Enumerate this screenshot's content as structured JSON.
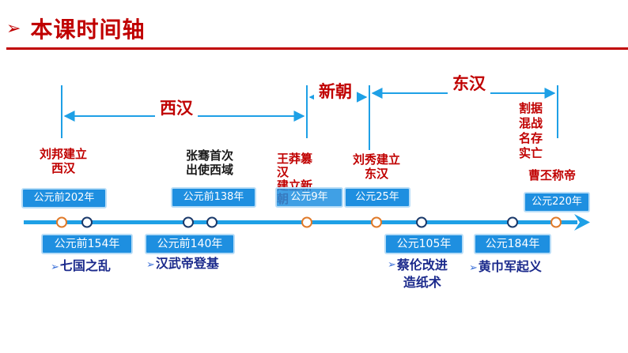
{
  "header": {
    "arrow": "➢",
    "title": "本课时间轴"
  },
  "periods": {
    "west_han": "西汉",
    "xin": "新朝",
    "east_han": "东汉"
  },
  "events_above": {
    "liu_bang": "刘邦建立\n西汉",
    "zhang_qian": "张骞首次\n出使西域",
    "wang_mang": "王莽篡\n汉\n建立新\n朝",
    "liu_xiu": "刘秀建立\n东汉",
    "warlords": "割据\n混战\n名存\n实亡",
    "cao_pi": "曹丕称帝"
  },
  "dates_above": {
    "d202bc": "公元前202年",
    "d138bc": "公元前138年",
    "d9": "公元9年",
    "d25": "公元25年",
    "d220": "公元220年"
  },
  "dates_below": {
    "d154bc": "公元前154年",
    "d140bc": "公元前140年",
    "d105": "公元105年",
    "d184": "公元184年"
  },
  "events_below": {
    "seven_states": "七国之乱",
    "emperor_wu": "汉武帝登基",
    "cai_lun": "蔡伦改进\n造纸术",
    "yellow_turban": "黄巾军起义"
  },
  "colors": {
    "accent": "#c00000",
    "axis": "#1ea0e6",
    "tag": "#1e8fe0",
    "orange": "#e07a2a",
    "navy": "#1b3a6b"
  }
}
